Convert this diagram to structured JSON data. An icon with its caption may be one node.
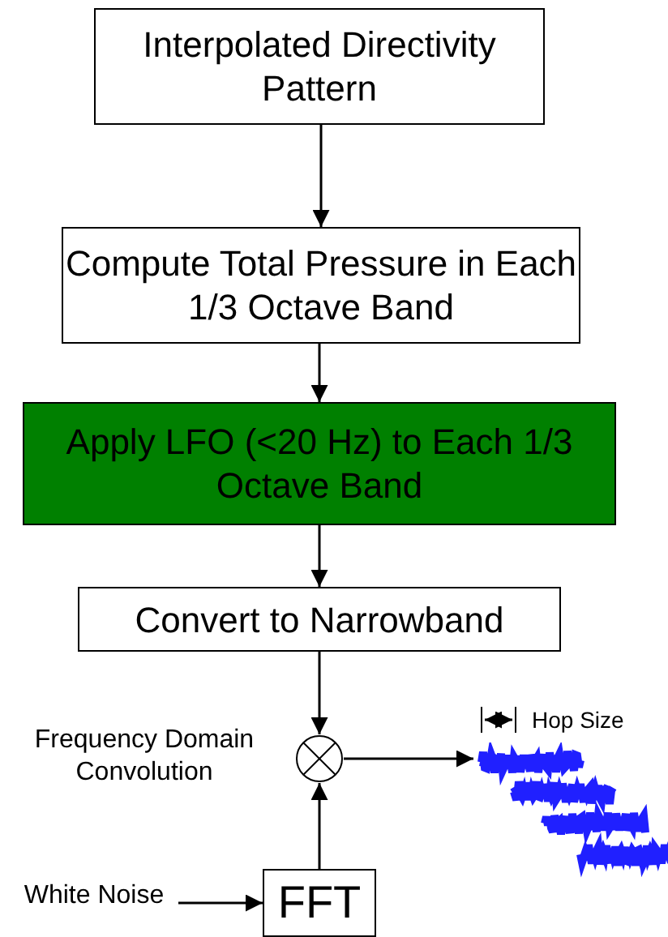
{
  "diagram": {
    "nodes": [
      {
        "text": [
          "Interpolated Directivity Pattern"
        ]
      },
      {
        "text": [
          "Compute Total Pressure in Each 1/3 Octave Band"
        ]
      },
      {
        "text": [
          "Apply LFO (<20 Hz) to Each 1/3 Octave Band"
        ]
      },
      {
        "text": [
          "Convert to Narrowband"
        ]
      },
      {
        "text": [],
        "shape": "circle",
        "beside": [
          "Frequency Domain Convolution"
        ]
      },
      {
        "text": [
          "FFT"
        ]
      },
      {
        "text": [
          "White Noise"
        ]
      },
      {
        "text": [],
        "shape": "picture"
      }
    ],
    "edges": [
      {
        "from": 0,
        "to": 1,
        "arrow": "to"
      },
      {
        "from": 1,
        "to": 2,
        "arrow": "to"
      },
      {
        "from": 2,
        "to": 3,
        "arrow": "to"
      },
      {
        "from": 3,
        "to": 4,
        "arrow": "to"
      },
      {
        "from": 5,
        "to": 4,
        "arrow": "to"
      },
      {
        "from": 6,
        "to": 5,
        "arrow": "to"
      },
      {
        "from": 4,
        "to": 7,
        "arrow": "to"
      }
    ],
    "labels": [
      "Hop Size"
    ]
  }
}
